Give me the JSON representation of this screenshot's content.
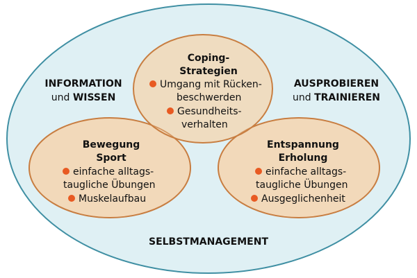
{
  "colors": {
    "outer_fill": "#dff0f4",
    "outer_stroke": "#3f8fa3",
    "circle_fill": "#f3d7b4",
    "circle_stroke": "#c87e41",
    "bullet": "#e85a22",
    "text": "#111111"
  },
  "outer_labels": {
    "info_line1": "INFORMATION",
    "info_line2_prefix": "und ",
    "info_line2_bold": "WISSEN",
    "try_line1": "AUSPROBIEREN",
    "try_line2_prefix": "und ",
    "try_line2_bold": "TRAINIEREN",
    "bottom": "SELBSTMANAGEMENT"
  },
  "coping": {
    "title1": "Coping-",
    "title2": "Strategien",
    "bullet1_line1": "Umgang mit Rücken-",
    "bullet1_line2": "beschwerden",
    "bullet2_line1": "Gesundheits-",
    "bullet2_line2": "verhalten"
  },
  "bewegung": {
    "title1": "Bewegung",
    "title2": "Sport",
    "bullet1_line1": "einfache alltags-",
    "bullet1_line2": "taugliche Übungen",
    "bullet2_line1": "Muskelaufbau"
  },
  "entspannung": {
    "title1": "Entspannung",
    "title2": "Erholung",
    "bullet1_line1": "einfache alltags-",
    "bullet1_line2": "taugliche Übungen",
    "bullet2_line1": "Ausgeglichenheit"
  }
}
